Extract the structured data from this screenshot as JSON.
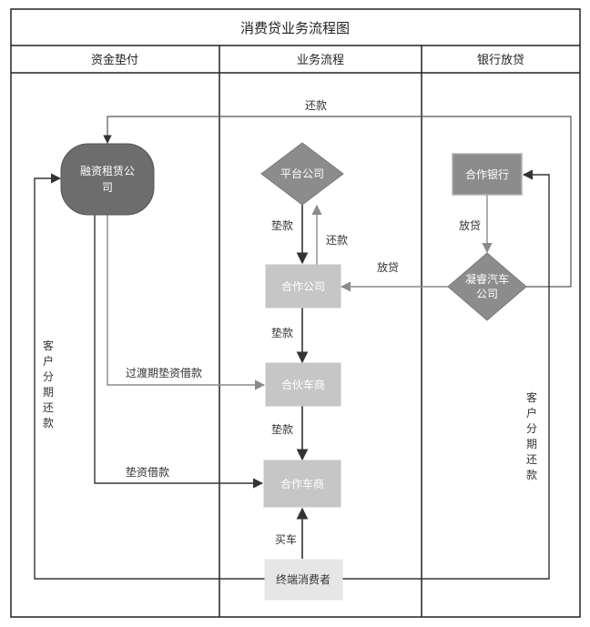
{
  "title": "消费贷业务流程图",
  "lanes": [
    "资金垫付",
    "业务流程",
    "银行放贷"
  ],
  "nodes": {
    "leasing": "融资租赁公司",
    "platform": "平台公司",
    "partner_company": "合作公司",
    "bank": "合作银行",
    "ningrui": "凝睿汽车公司",
    "partner_dealer": "合伙车商",
    "coop_dealer": "合作车商",
    "consumer": "终端消费者"
  },
  "edges": {
    "repay_top": "还款",
    "advance1": "垫款",
    "repay_mid": "还款",
    "loan_down": "放贷",
    "loan_left": "放贷",
    "advance2": "垫款",
    "transition": "过渡期垫资借款",
    "advance3": "垫款",
    "advance_loan": "垫资借款",
    "buy": "买车",
    "cust_left": "客户分期还款",
    "cust_right": "客户分期还款"
  },
  "colors": {
    "leasing": "#6d6d6d",
    "diamond": "#8c8c8c",
    "bank": "#8c8c8c",
    "process": "#c6c6c6",
    "consumer": "#e6e6e6",
    "line_dark": "#333333",
    "line_gray": "#8a8a8a"
  }
}
